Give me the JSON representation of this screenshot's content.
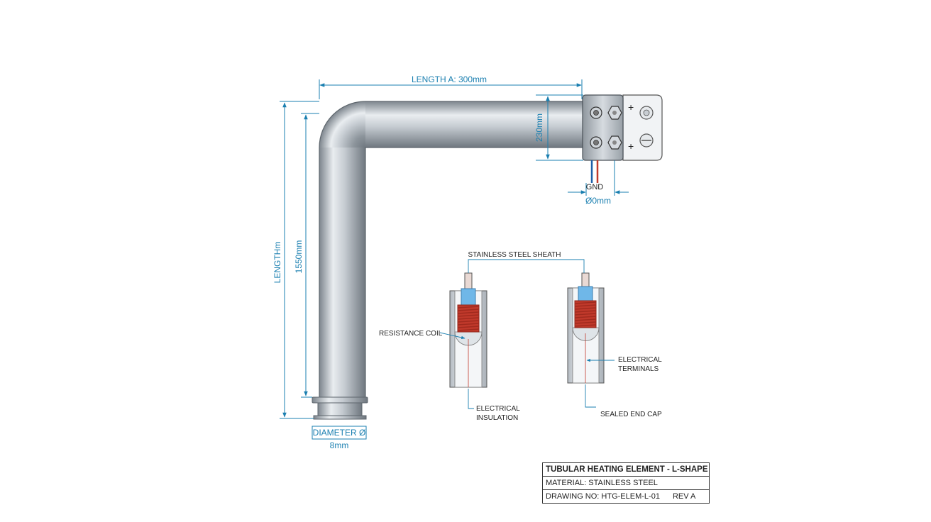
{
  "colors": {
    "dimension": "#1a7fb0",
    "coil": "#c0392b",
    "insulation": "#6fb7e8",
    "steel": "#b8bfc6"
  },
  "dimensions": {
    "length_a": "LENGTH A: 300mm",
    "height_230": "230mm",
    "length_vertical_label": "LENGTHm",
    "length_1550": "1550mm",
    "gnd": "GND",
    "terminal_diameter": "Ø0mm",
    "diameter_label": "DIAMETER Ø",
    "diameter_value": "8mm"
  },
  "terminal_signs": {
    "plus_top": "+",
    "plus_bottom": "+"
  },
  "callouts": {
    "stainless_steel_sheath": "STAINLESS STEEL SHEATH",
    "resistance_coil": "RESISTANCE COIL",
    "electrical_terminals_1": "ELECTRICAL",
    "electrical_terminals_2": "TERMINALS",
    "electrical_insulation_1": "ELECTRICAL",
    "electrical_insulation_2": "INSULATION",
    "sealed_end_cap": "SEALED END CAP"
  },
  "title_block": {
    "title": "TUBULAR HEATING ELEMENT - L-SHAPE",
    "material": "MATERIAL: STAINLESS STEEL",
    "drawing_no": "DRAWING NO: HTG-ELEM-L-01",
    "rev": "REV A"
  }
}
